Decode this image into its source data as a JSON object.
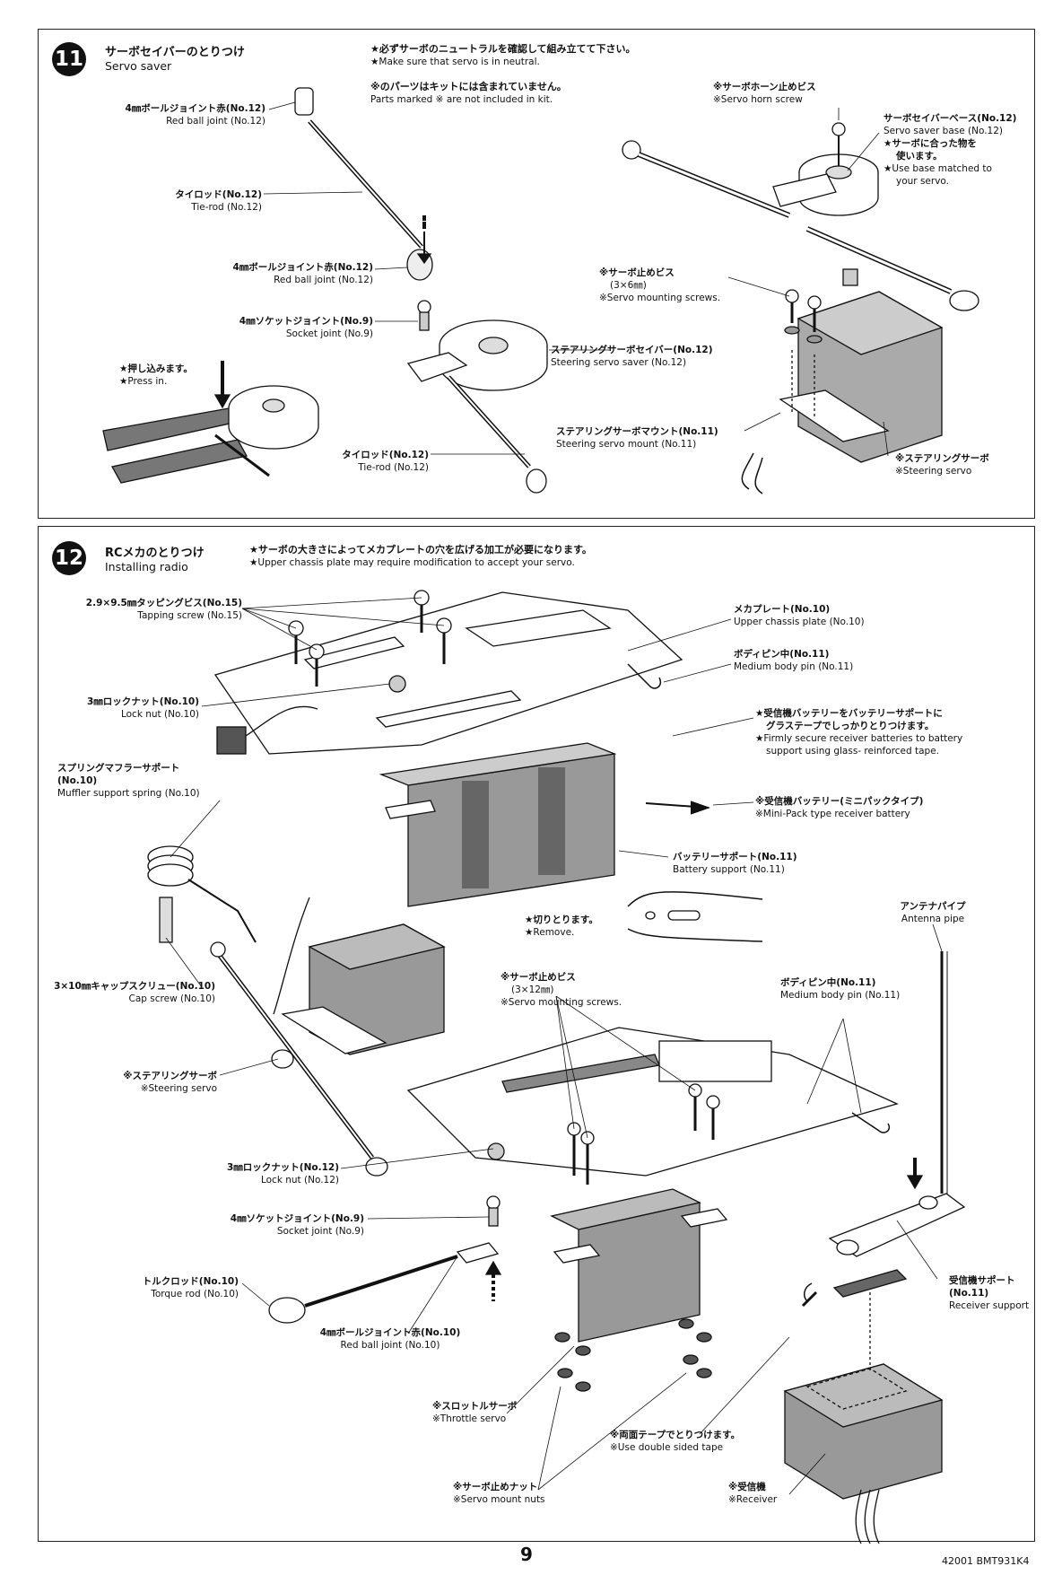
{
  "step11": {
    "number": "11",
    "title_jp": "サーボセイバーのとりつけ",
    "title_en": "Servo saver",
    "notes": [
      {
        "jp": "★必ずサーボのニュートラルを確認して組み立てて下さい。",
        "en": "★Make sure that servo is in neutral."
      },
      {
        "jp": "※のパーツはキットには含まれていません。",
        "en": "Parts marked ※ are not included in kit."
      }
    ],
    "labels": {
      "ball_joint_top": {
        "jp": "4㎜ボールジョイント赤(No.12)",
        "en": "Red ball joint (No.12)"
      },
      "tie_rod_top": {
        "jp": "タイロッド(No.12)",
        "en": "Tie-rod (No.12)"
      },
      "ball_joint_mid": {
        "jp": "4㎜ボールジョイント赤(No.12)",
        "en": "Red ball joint (No.12)"
      },
      "socket_joint": {
        "jp": "4㎜ソケットジョイント(No.9)",
        "en": "Socket joint (No.9)"
      },
      "press_in": {
        "jp": "★押し込みます。",
        "en": "★Press in."
      },
      "steering_servo_saver": {
        "jp": "ステアリングサーボセイバー(No.12)",
        "en": "Steering servo saver (No.12)"
      },
      "tie_rod_bottom": {
        "jp": "タイロッド(No.12)",
        "en": "Tie-rod (No.12)"
      },
      "servo_horn_screw": {
        "jp": "※サーボホーン止めビス",
        "en": "※Servo horn screw"
      },
      "servo_saver_base": {
        "jp": "サーボセイバーベース(No.12)",
        "en": "Servo saver base (No.12)"
      },
      "base_note": {
        "jp1": "★サーボに合った物を",
        "jp2": "使います。",
        "en1": "★Use base matched to",
        "en2": "your servo."
      },
      "servo_mount_screws": {
        "jp": "※サーボ止めビス",
        "size": "(3×6㎜)",
        "en": "※Servo mounting screws."
      },
      "steering_servo_mount": {
        "jp": "ステアリングサーボマウント(No.11)",
        "en": "Steering servo mount (No.11)"
      },
      "steering_servo": {
        "jp": "※ステアリングサーボ",
        "en": "※Steering servo"
      }
    }
  },
  "step12": {
    "number": "12",
    "title_jp": "RCメカのとりつけ",
    "title_en": "Installing radio",
    "note": {
      "jp": "★サーボの大きさによってメカプレートの穴を広げる加工が必要になります。",
      "en": "★Upper chassis plate may require modification to accept your servo."
    },
    "labels": {
      "tapping_screw": {
        "jp": "2.9×9.5㎜タッピングビス(No.15)",
        "en": "Tapping screw (No.15)"
      },
      "upper_plate": {
        "jp": "メカプレート(No.10)",
        "en": "Upper chassis plate (No.10)"
      },
      "body_pin_top": {
        "jp": "ボディピン中(No.11)",
        "en": "Medium body pin (No.11)"
      },
      "lock_nut_10": {
        "jp": "3㎜ロックナット(No.10)",
        "en": "Lock nut (No.10)"
      },
      "receiver_battery_note": {
        "jp1": "★受信機バッテリーをバッテリーサポートに",
        "jp2": "グラステープでしっかりとりつけます。",
        "en1": "★Firmly secure receiver batteries to battery",
        "en2": "support using glass- reinforced tape."
      },
      "muffler_spring": {
        "jp1": "スプリングマフラーサポート",
        "jp2": "(No.10)",
        "en": "Muffler support spring (No.10)"
      },
      "receiver_battery": {
        "jp": "※受信機バッテリー(ミニパックタイプ)",
        "en": "※Mini-Pack type receiver battery"
      },
      "battery_support": {
        "jp": "バッテリーサポート(No.11)",
        "en": "Battery support (No.11)"
      },
      "remove": {
        "jp": "★切りとります。",
        "en": "★Remove."
      },
      "antenna_pipe": {
        "jp": "アンテナパイプ",
        "en": "Antenna pipe"
      },
      "cap_screw": {
        "jp": "3×10㎜キャップスクリュー(No.10)",
        "en": "Cap screw (No.10)"
      },
      "servo_mount_screws": {
        "jp": "※サーボ止めビス",
        "size": "(3×12㎜)",
        "en": "※Servo mounting screws."
      },
      "body_pin_bottom": {
        "jp": "ボディピン中(No.11)",
        "en": "Medium body pin (No.11)"
      },
      "steering_servo": {
        "jp": "※ステアリングサーボ",
        "en": "※Steering servo"
      },
      "lock_nut_12": {
        "jp": "3㎜ロックナット(No.12)",
        "en": "Lock nut (No.12)"
      },
      "socket_joint": {
        "jp": "4㎜ソケットジョイント(No.9)",
        "en": "Socket joint (No.9)"
      },
      "torque_rod": {
        "jp": "トルクロッド(No.10)",
        "en": "Torque rod (No.10)"
      },
      "red_ball_joint": {
        "jp": "4㎜ボールジョイント赤(No.10)",
        "en": "Red ball joint (No.10)"
      },
      "receiver_support": {
        "jp": "受信機サポート",
        "no": "(No.11)",
        "en": "Receiver support"
      },
      "throttle_servo": {
        "jp": "※スロットルサーボ",
        "en": "※Throttle servo"
      },
      "double_sided_tape": {
        "jp": "※両面テープでとりつけます。",
        "en": "※Use double sided tape"
      },
      "servo_mount_nuts": {
        "jp": "※サーボ止めナット",
        "en": "※Servo mount nuts"
      },
      "receiver": {
        "jp": "※受信機",
        "en": "※Receiver"
      }
    }
  },
  "footer": {
    "page": "9",
    "code": "42001 BMT931K4"
  }
}
